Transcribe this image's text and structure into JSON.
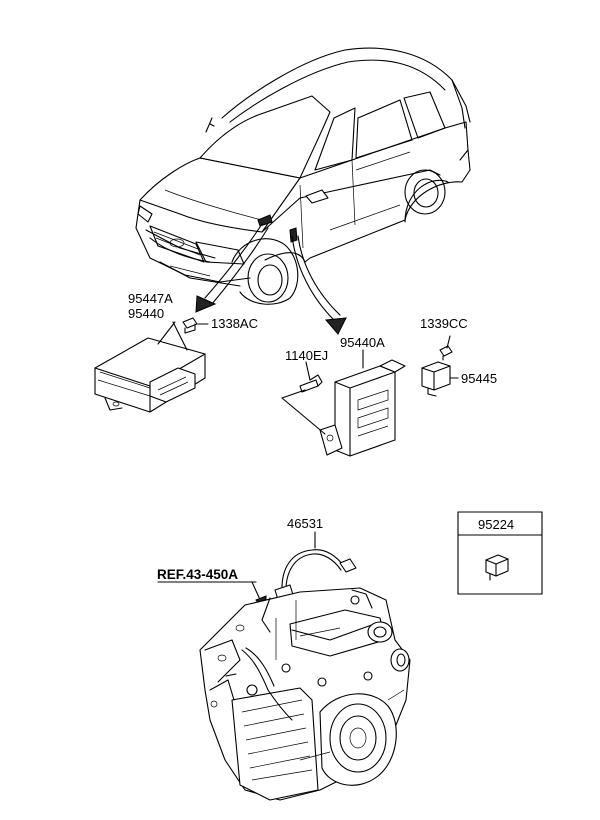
{
  "labels": {
    "p95447a": "95447A",
    "p95440": "95440",
    "p1338ac": "1338AC",
    "p1339cc": "1339CC",
    "p1140ej": "1140EJ",
    "p95440a": "95440A",
    "p95445": "95445",
    "p46531": "46531",
    "p95224": "95224",
    "ref": "REF.43-450A"
  },
  "colors": {
    "line": "#000000",
    "background": "#ffffff"
  }
}
